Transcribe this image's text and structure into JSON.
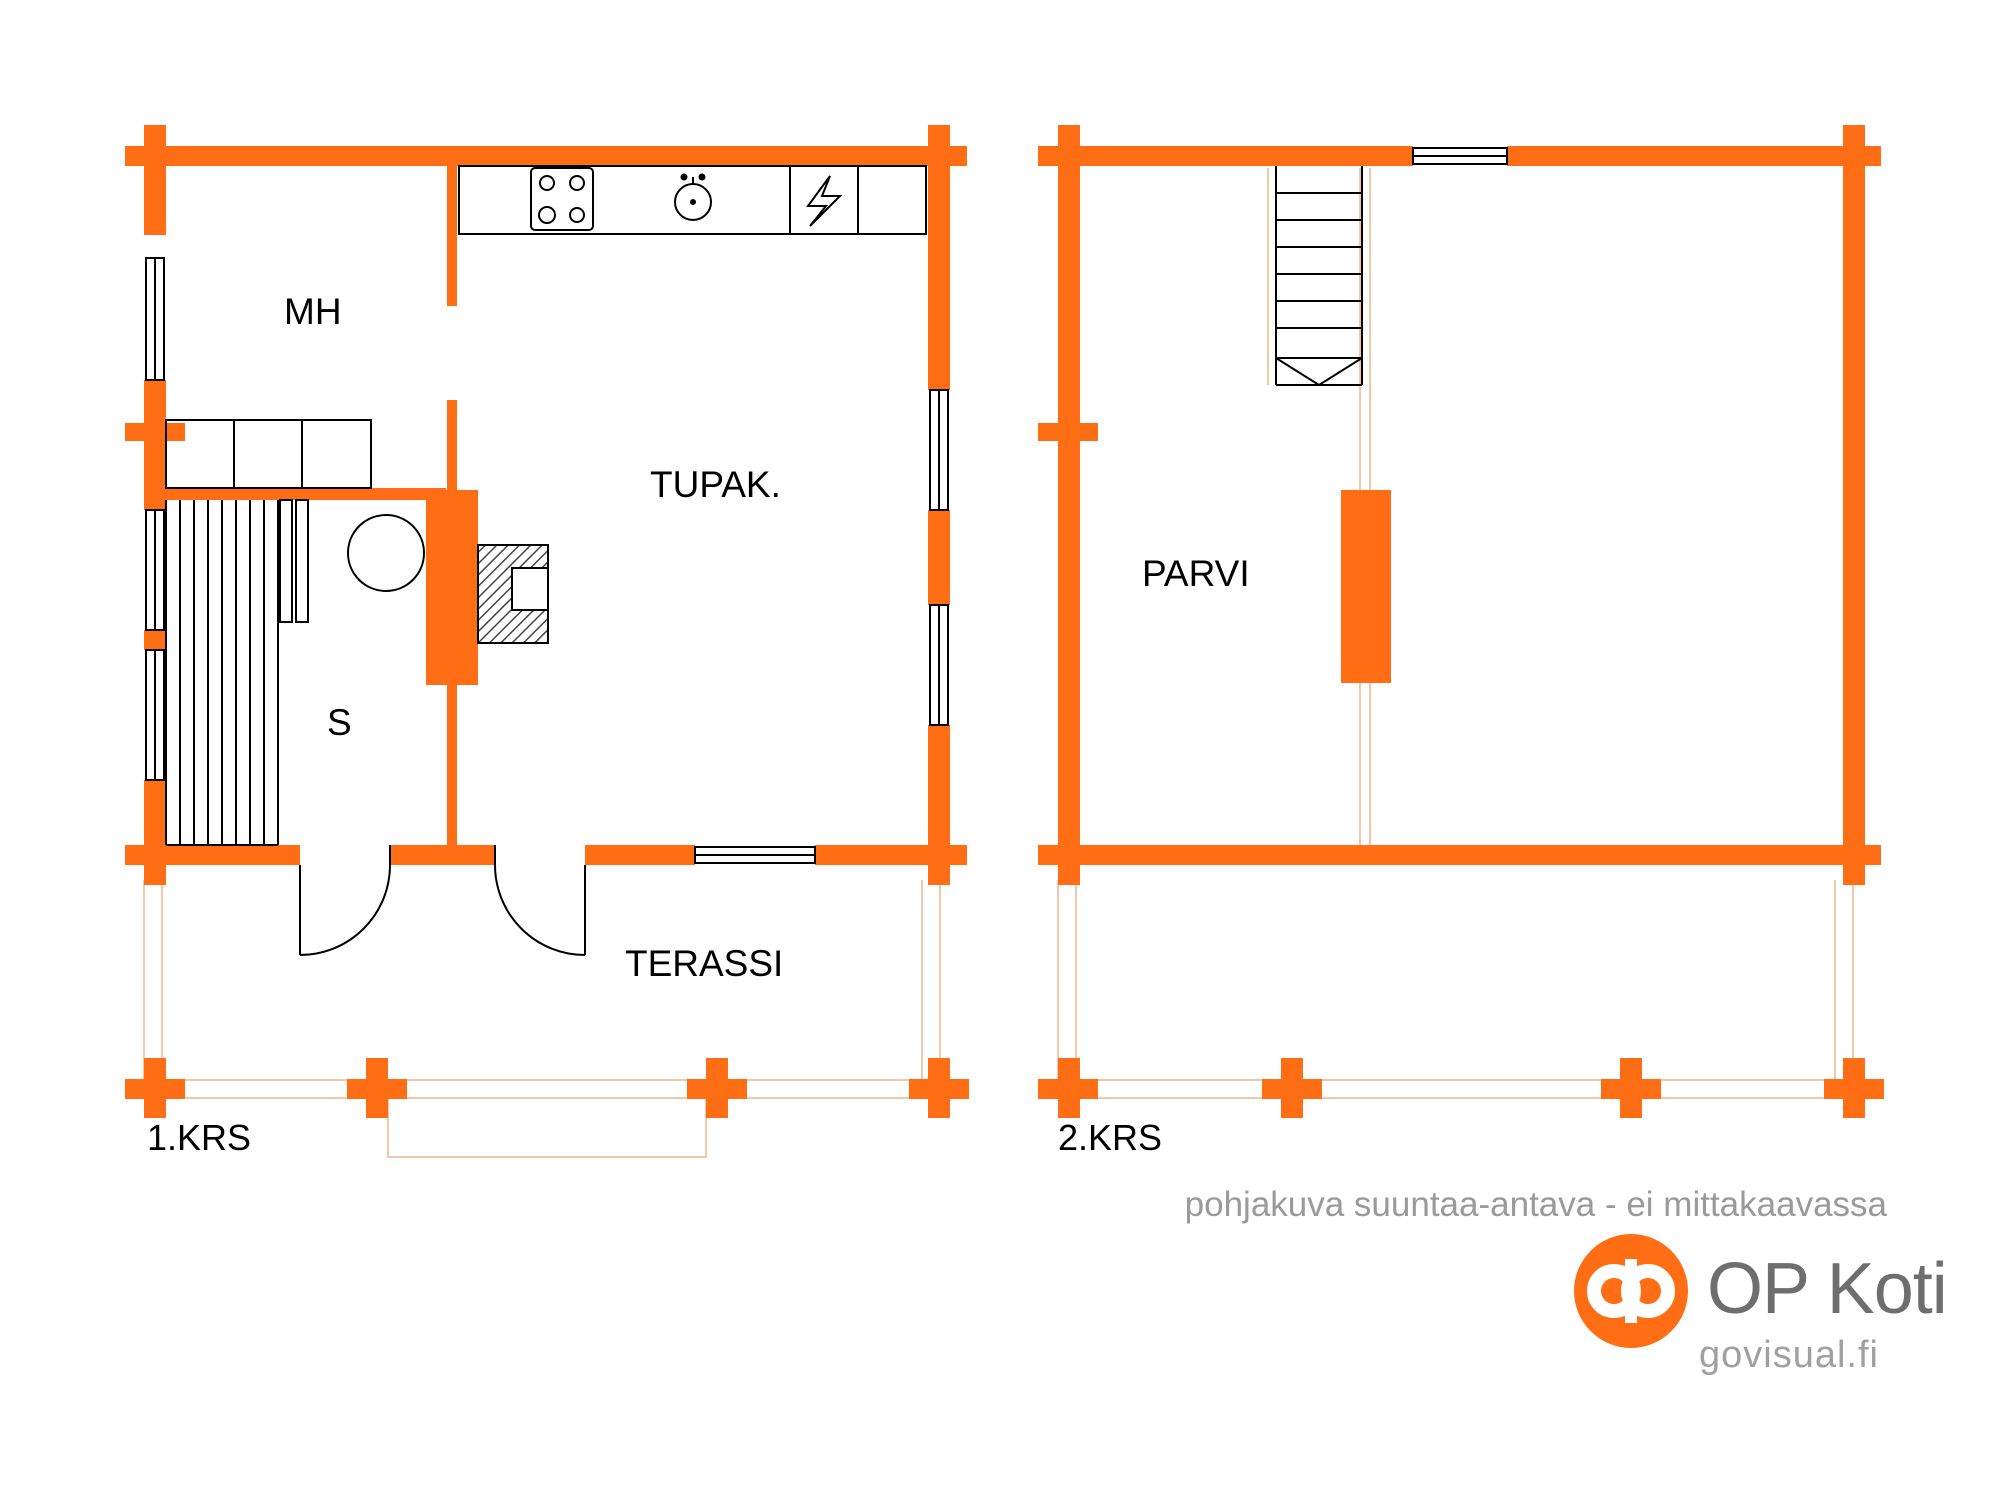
{
  "floor1": {
    "rooms": {
      "mh": "MH",
      "tupak": "TUPAK.",
      "s": "S",
      "terassi": "TERASSI"
    },
    "label": "1.KRS"
  },
  "floor2": {
    "rooms": {
      "parvi": "PARVI"
    },
    "label": "2.KRS"
  },
  "footer": {
    "disclaimer": "pohjakuva suuntaa-antava - ei mittakaavassa",
    "brand": "OP Koti",
    "website": "govisual.fi"
  },
  "colors": {
    "wall": "#ff6e14",
    "line": "#000000",
    "thin": "#f3c8a8",
    "text_gray": "#9a9a9a"
  },
  "icons": [
    "stove-icon",
    "sink-icon",
    "electric-stove-icon",
    "sauna-heater-icon",
    "fireplace-icon",
    "op-logo-icon"
  ]
}
